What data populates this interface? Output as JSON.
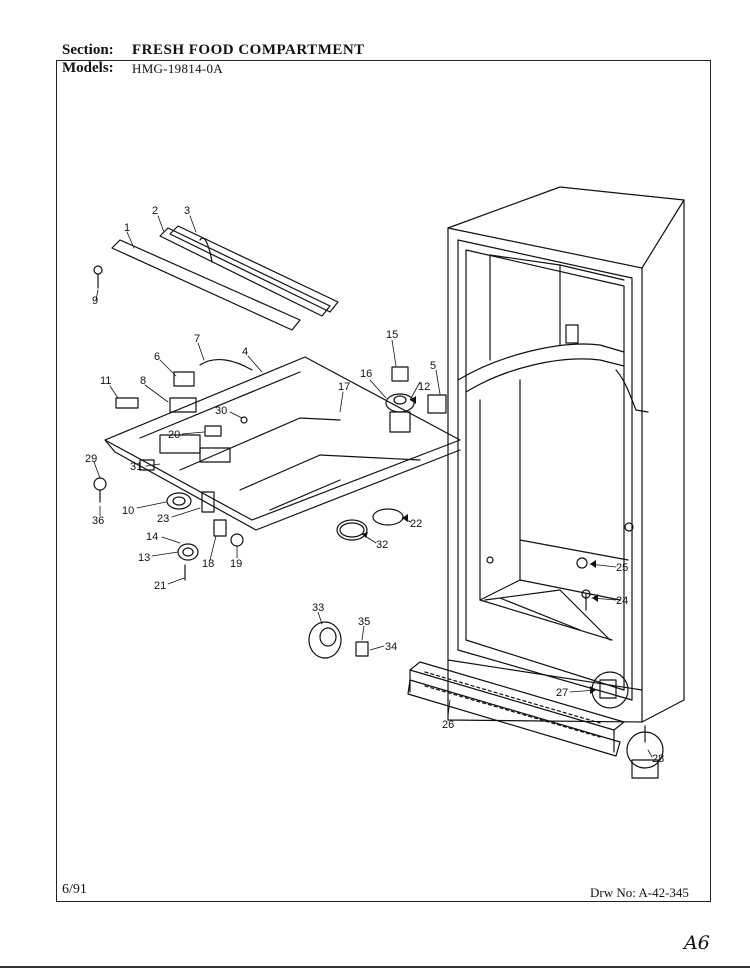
{
  "header": {
    "section_label": "Section:",
    "section_value": "FRESH FOOD COMPARTMENT",
    "models_label": "Models:",
    "models_value": "HMG-19814-0A"
  },
  "footer": {
    "date": "6/91",
    "drawing_number": "Drw No: A-42-345",
    "corner_mark": "A6"
  },
  "callouts": [
    {
      "id": "c1",
      "text": "1"
    },
    {
      "id": "c2",
      "text": "2"
    },
    {
      "id": "c3",
      "text": "3"
    },
    {
      "id": "c4",
      "text": "4"
    },
    {
      "id": "c5",
      "text": "5"
    },
    {
      "id": "c6",
      "text": "6"
    },
    {
      "id": "c7",
      "text": "7"
    },
    {
      "id": "c8",
      "text": "8"
    },
    {
      "id": "c9",
      "text": "9"
    },
    {
      "id": "c10",
      "text": "10"
    },
    {
      "id": "c11",
      "text": "11"
    },
    {
      "id": "c12",
      "text": "12"
    },
    {
      "id": "c13",
      "text": "13"
    },
    {
      "id": "c14",
      "text": "14"
    },
    {
      "id": "c15",
      "text": "15"
    },
    {
      "id": "c16",
      "text": "16"
    },
    {
      "id": "c17",
      "text": "17"
    },
    {
      "id": "c18",
      "text": "18"
    },
    {
      "id": "c19",
      "text": "19"
    },
    {
      "id": "c20",
      "text": "20"
    },
    {
      "id": "c21",
      "text": "21"
    },
    {
      "id": "c22",
      "text": "22"
    },
    {
      "id": "c23",
      "text": "23"
    },
    {
      "id": "c24",
      "text": "24"
    },
    {
      "id": "c25",
      "text": "25"
    },
    {
      "id": "c26",
      "text": "26"
    },
    {
      "id": "c27",
      "text": "27"
    },
    {
      "id": "c28",
      "text": "28"
    },
    {
      "id": "c29",
      "text": "29"
    },
    {
      "id": "c30",
      "text": "30"
    },
    {
      "id": "c31",
      "text": "31"
    },
    {
      "id": "c32",
      "text": "32"
    },
    {
      "id": "c33",
      "text": "33"
    },
    {
      "id": "c34",
      "text": "34"
    },
    {
      "id": "c35",
      "text": "35"
    },
    {
      "id": "c36",
      "text": "36"
    }
  ]
}
